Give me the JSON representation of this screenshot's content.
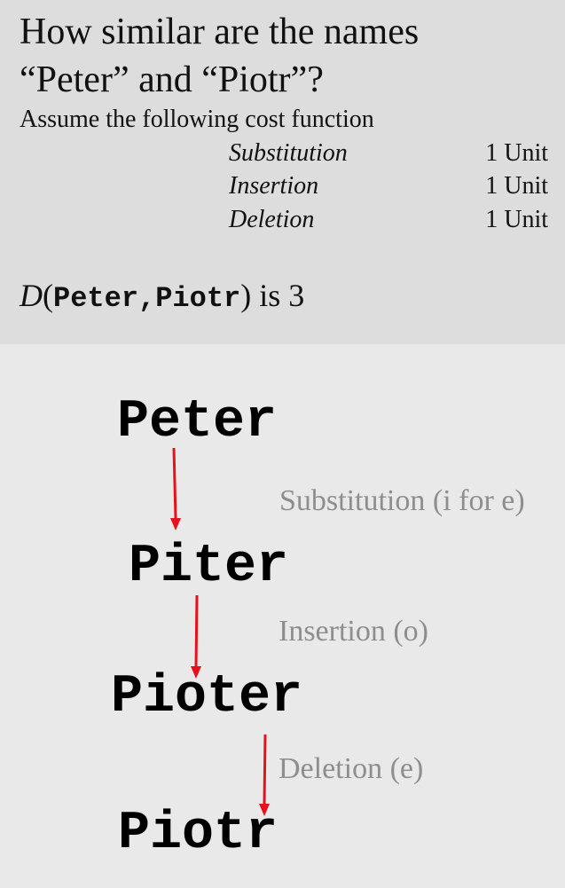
{
  "question": {
    "line1": "How similar are the names",
    "line2": "“Peter” and “Piotr”?"
  },
  "cost_function": {
    "intro": "Assume the following cost function",
    "rows": [
      {
        "operation": "Substitution",
        "cost": "1 Unit"
      },
      {
        "operation": "Insertion",
        "cost": "1 Unit"
      },
      {
        "operation": "Deletion",
        "cost": "1 Unit"
      }
    ]
  },
  "distance": {
    "function": "D",
    "open": "(",
    "args": "Peter,Piotr",
    "close": ")",
    "result": " is 3"
  },
  "transformation": {
    "words": [
      "Peter",
      "Piter",
      "Pioter",
      "Piotr"
    ],
    "steps": [
      "Substitution (i for e)",
      "Insertion  (o)",
      "Deletion  (e)"
    ]
  },
  "colors": {
    "arrow": "#e8111b",
    "step_label": "#8e8e8e",
    "top_panel": "#dddddd",
    "bottom_panel": "#e9e9e9"
  }
}
